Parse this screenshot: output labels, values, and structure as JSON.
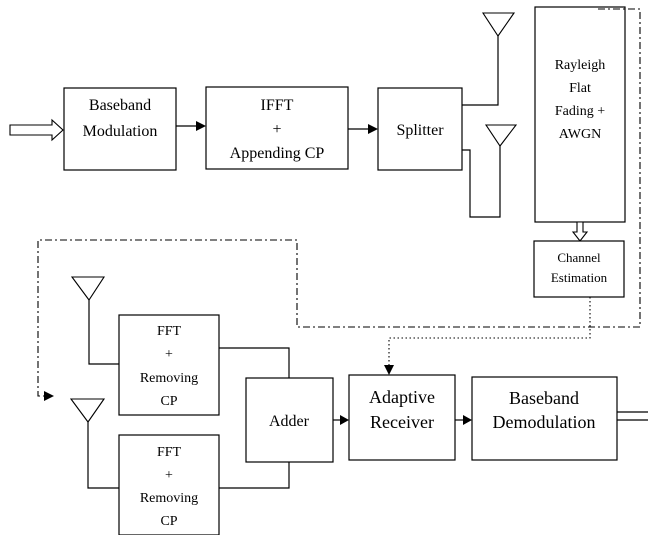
{
  "blocks": {
    "baseband_modulation": [
      "Baseband",
      "Modulation"
    ],
    "ifft": [
      "IFFT",
      "+",
      "Appending CP"
    ],
    "splitter": [
      "Splitter"
    ],
    "channel": [
      "Rayleigh",
      "Flat",
      "Fading +",
      "AWGN"
    ],
    "channel_estimation": [
      "Channel",
      "Estimation"
    ],
    "fft_top": [
      "FFT",
      "+",
      "Removing",
      "CP"
    ],
    "fft_bottom": [
      "FFT",
      "+",
      "Removing",
      "CP"
    ],
    "adder": [
      "Adder"
    ],
    "adaptive_receiver": [
      "Adaptive",
      "Receiver"
    ],
    "baseband_demodulation": [
      "Baseband",
      "Demodulation"
    ]
  }
}
